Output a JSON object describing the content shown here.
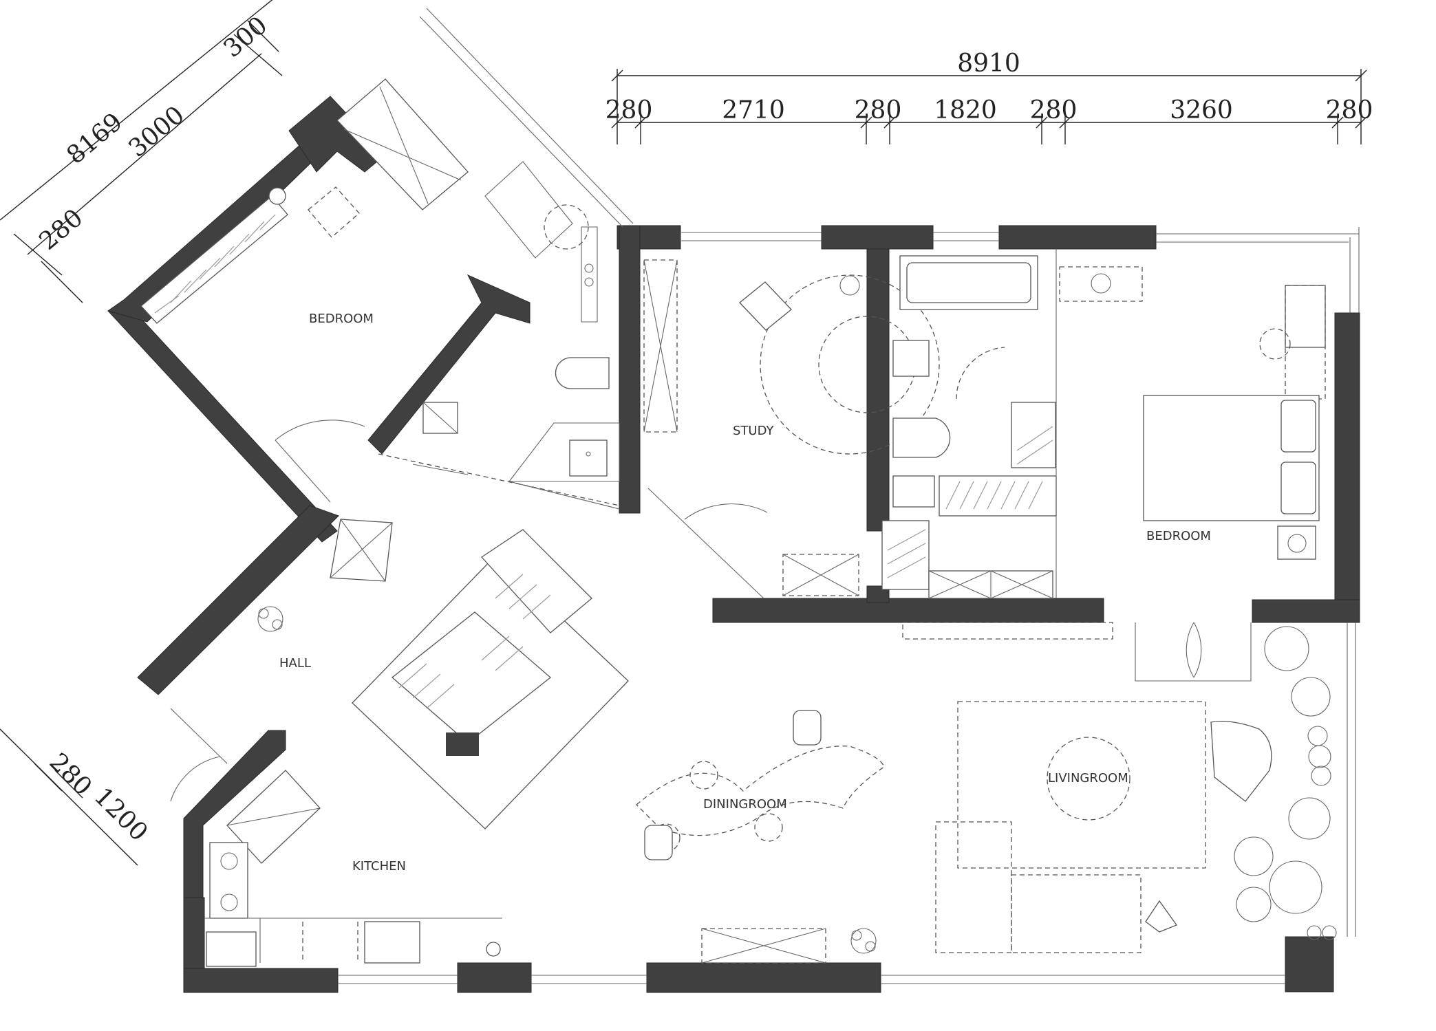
{
  "dimensions": {
    "top_total": "8910",
    "top_segments": [
      "280",
      "2710",
      "280",
      "1820",
      "280",
      "3260",
      "280"
    ],
    "diag_total": "8169",
    "diag_seg_a": "3000",
    "diag_seg_b": "300",
    "diag_seg_c": "280",
    "lower_seg_a": "280",
    "lower_seg_b": "1200"
  },
  "rooms": {
    "bedroom_left": "BEDROOM",
    "study": "STUDY",
    "bedroom_right": "BEDROOM",
    "hall": "HALL",
    "diningroom": "DININGROOM",
    "livingroom": "LIVINGROOM",
    "kitchen": "KITCHEN"
  }
}
